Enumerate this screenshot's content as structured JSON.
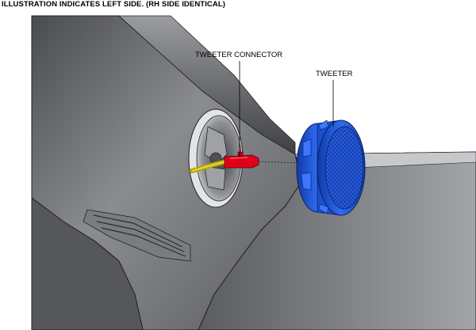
{
  "header": {
    "note": "ILLUSTRATION INDICATES LEFT SIDE. (RH SIDE IDENTICAL)"
  },
  "callouts": {
    "tweeter_connector": "TWEETER CONNECTOR",
    "tweeter": "TWEETER"
  },
  "colors": {
    "trim_panel": "#6e7074",
    "trim_highlight": "#b9bbbf",
    "tweeter_body": "#1e55d6",
    "tweeter_grille": "#2a63e4",
    "connector": "#e0001a",
    "harness": "#b8a400"
  }
}
